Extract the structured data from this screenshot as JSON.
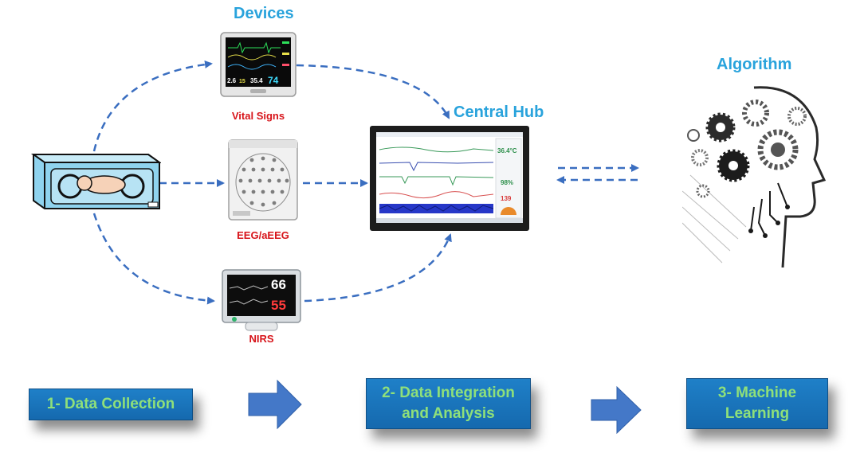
{
  "headings": {
    "devices": "Devices",
    "central_hub": "Central Hub",
    "algorithm": "Algorithm"
  },
  "devices": {
    "vital_signs": "Vital Signs",
    "eeg": "EEG/aEEG",
    "nirs": "NIRS"
  },
  "vital_monitor_readout": [
    "2.6",
    "15",
    "35.4",
    "74"
  ],
  "nirs_readout": [
    "66",
    "55"
  ],
  "hub_readout": [
    "36.4°C",
    "98%",
    "139"
  ],
  "stages": {
    "stage1": [
      "1- Data Collection"
    ],
    "stage2": [
      "2- Data Integration",
      "and Analysis"
    ],
    "stage3": [
      "3- Machine",
      "Learning"
    ]
  },
  "colors": {
    "heading": "#29a3dc",
    "device_label": "#d7141a",
    "connector": "#3a6ec0",
    "stage_fill": "#1a73bb",
    "stage_text": "#8fe07a",
    "arrow": "#4478c8"
  }
}
